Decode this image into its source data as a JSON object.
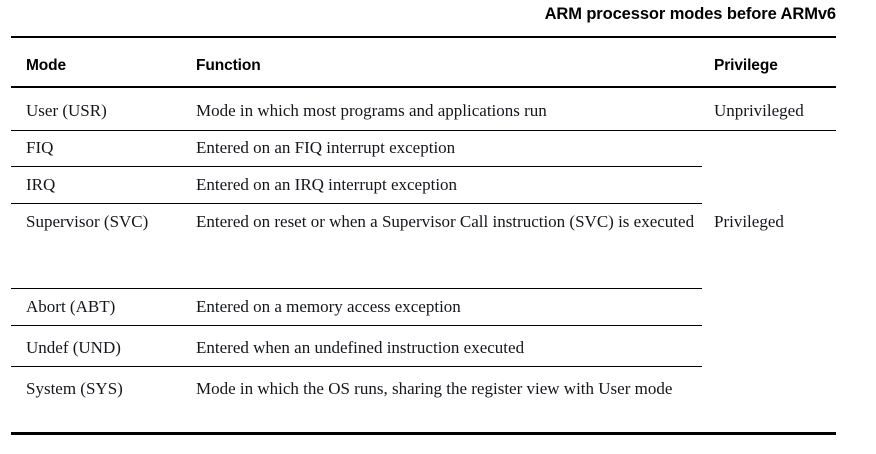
{
  "title": "ARM processor modes before ARMv6",
  "table": {
    "columns": [
      {
        "key": "mode",
        "label": "Mode"
      },
      {
        "key": "function",
        "label": "Function"
      },
      {
        "key": "privilege",
        "label": "Privilege"
      }
    ],
    "rows": [
      {
        "mode": "User (USR)",
        "function": "Mode in which most programs and applications run",
        "privilege": "Unprivileged"
      },
      {
        "mode": "FIQ",
        "function": "Entered on an FIQ interrupt exception",
        "privilege": ""
      },
      {
        "mode": "IRQ",
        "function": "Entered on an IRQ interrupt exception",
        "privilege": ""
      },
      {
        "mode": "Supervisor (SVC)",
        "function": "Entered on reset or when a Supervisor Call instruction (SVC) is executed",
        "privilege": "Privileged"
      },
      {
        "mode": "Abort (ABT)",
        "function": "Entered on a memory access exception",
        "privilege": ""
      },
      {
        "mode": "Undef (UND)",
        "function": "Entered when an undefined instruction executed",
        "privilege": ""
      },
      {
        "mode": "System (SYS)",
        "function": "Mode in which the OS runs, sharing the register view with User mode",
        "privilege": ""
      }
    ]
  },
  "colors": {
    "rule": "#000000",
    "text": "#14161c",
    "heading": "#000000",
    "background": "#ffffff"
  }
}
